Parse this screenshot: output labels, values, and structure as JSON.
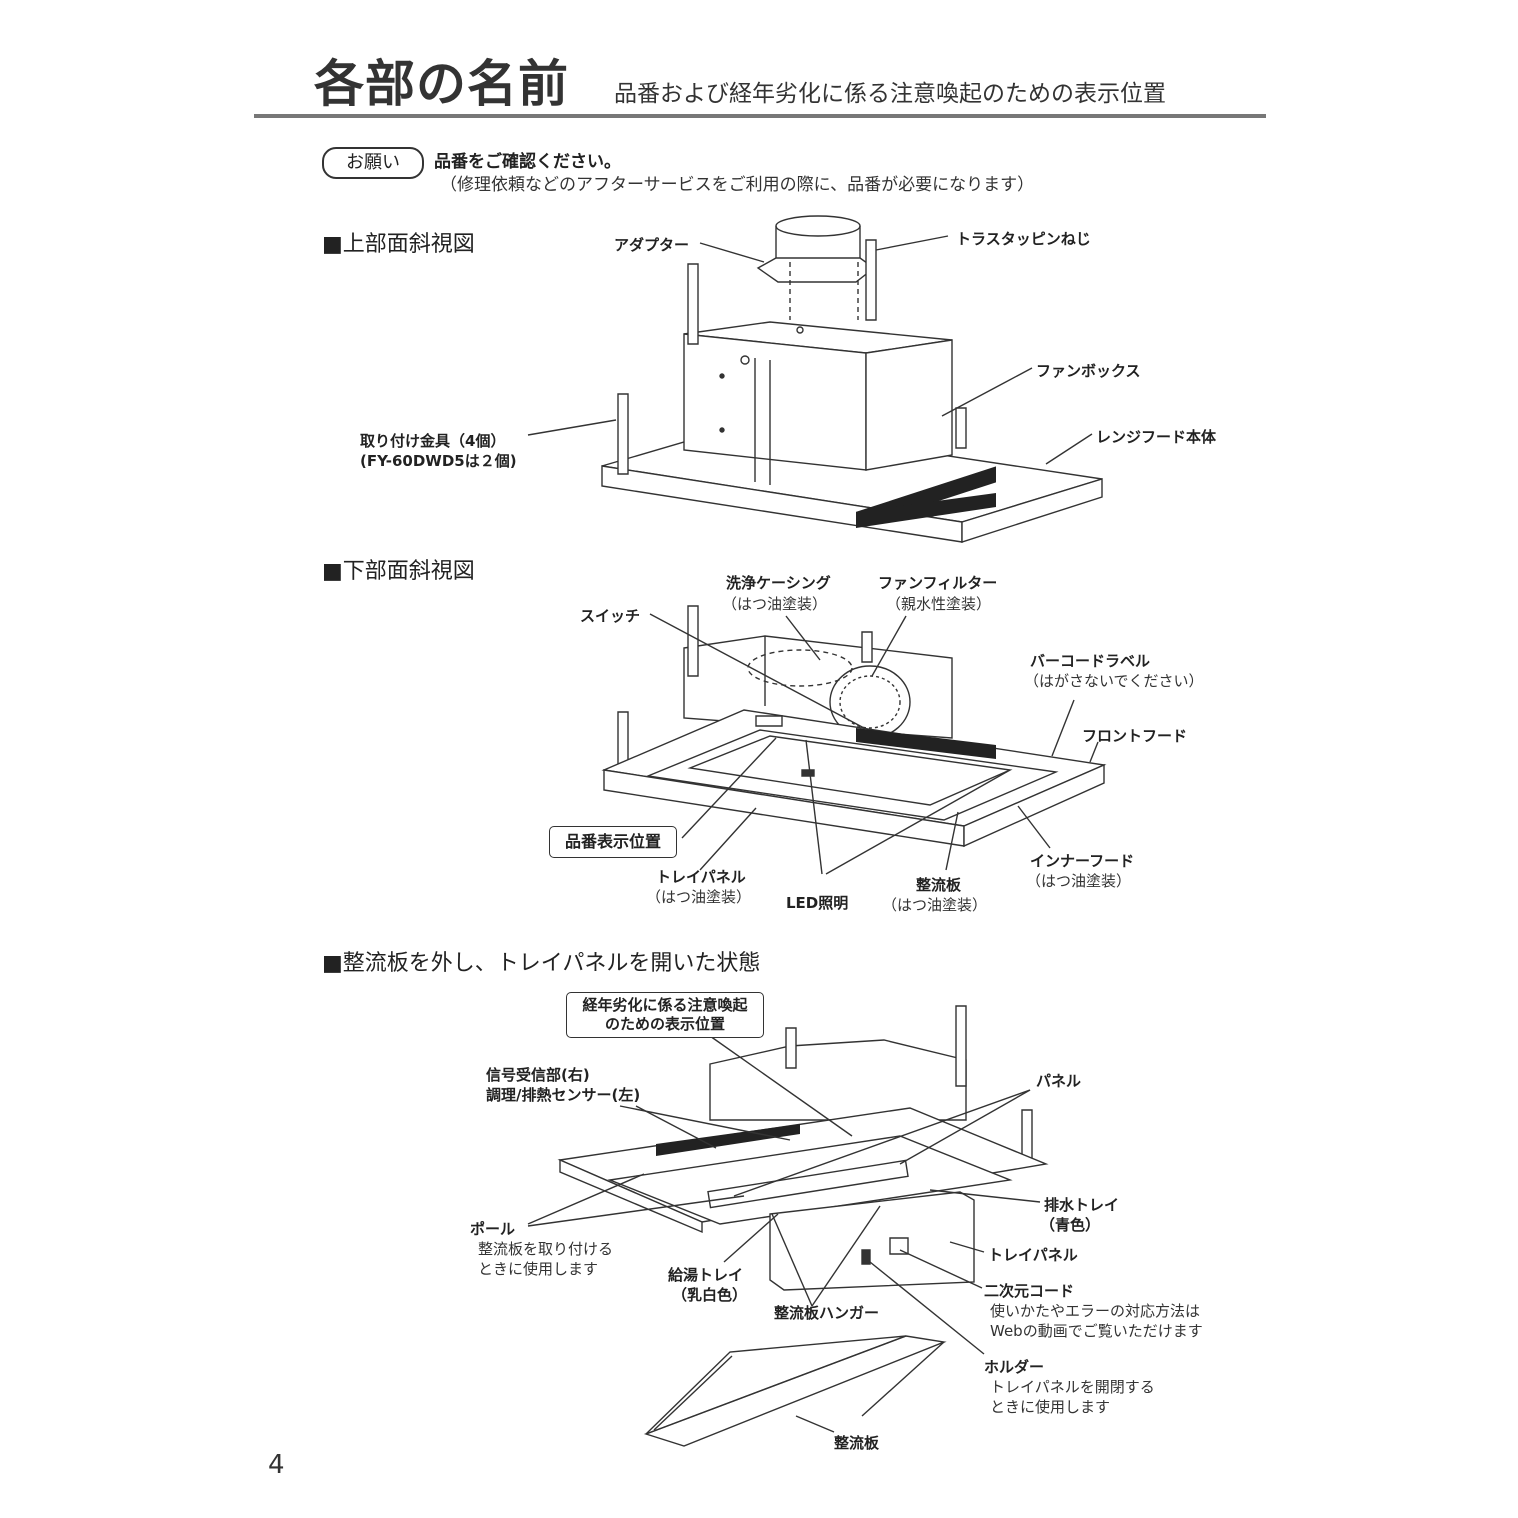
{
  "header": {
    "title": "各部の名前",
    "subtitle": "品番および経年劣化に係る注意喚起のための表示位置"
  },
  "notice": {
    "badge": "お願い",
    "main": "品番をご確認ください。",
    "sub": "（修理依頼などのアフターサービスをご利用の際に、品番が必要になります）"
  },
  "sections": {
    "top": "■上部面斜視図",
    "bottom": "■下部面斜視図",
    "open": "■整流板を外し、トレイパネルを開いた状態"
  },
  "top_labels": {
    "adapter": "アダプター",
    "truss_screw": "トラスタッピンねじ",
    "fanbox": "ファンボックス",
    "bracket_line1": "取り付け金具（4個）",
    "bracket_line2": "(FY-60DWD5は２個)",
    "body": "レンジフード本体"
  },
  "bottom_labels": {
    "switch": "スイッチ",
    "casing": "洗浄ケーシング",
    "casing_sub": "（はつ油塗装）",
    "fan_filter": "ファンフィルター",
    "fan_filter_sub": "（親水性塗装）",
    "barcode": "バーコードラベル",
    "barcode_sub": "（はがさないでください）",
    "front_hood": "フロントフード",
    "model_position": "品番表示位置",
    "tray_panel": "トレイパネル",
    "tray_panel_sub": "（はつ油塗装）",
    "led": "LED照明",
    "baffle": "整流板",
    "baffle_sub": "（はつ油塗装）",
    "inner_hood": "インナーフード",
    "inner_hood_sub": "（はつ油塗装）"
  },
  "open_labels": {
    "warning_line1": "経年劣化に係る注意喚起",
    "warning_line2": "のための表示位置",
    "signal_line1": "信号受信部(右)",
    "signal_line2": "調理/排熱センサー(左)",
    "panel": "パネル",
    "drain_tray": "排水トレイ",
    "drain_tray_sub": "（青色）",
    "tray_panel": "トレイパネル",
    "pole": "ポール",
    "pole_note1": "整流板を取り付ける",
    "pole_note2": "ときに使用します",
    "hot_tray": "給湯トレイ",
    "hot_tray_sub": "（乳白色）",
    "hanger": "整流板ハンガー",
    "qr": "二次元コード",
    "qr_note1": "使いかたやエラーの対応方法は",
    "qr_note2": "Webの動画でご覧いただけます",
    "holder": "ホルダー",
    "holder_note1": "トレイパネルを開閉する",
    "holder_note2": "ときに使用します",
    "baffle": "整流板"
  },
  "page_number": "4"
}
